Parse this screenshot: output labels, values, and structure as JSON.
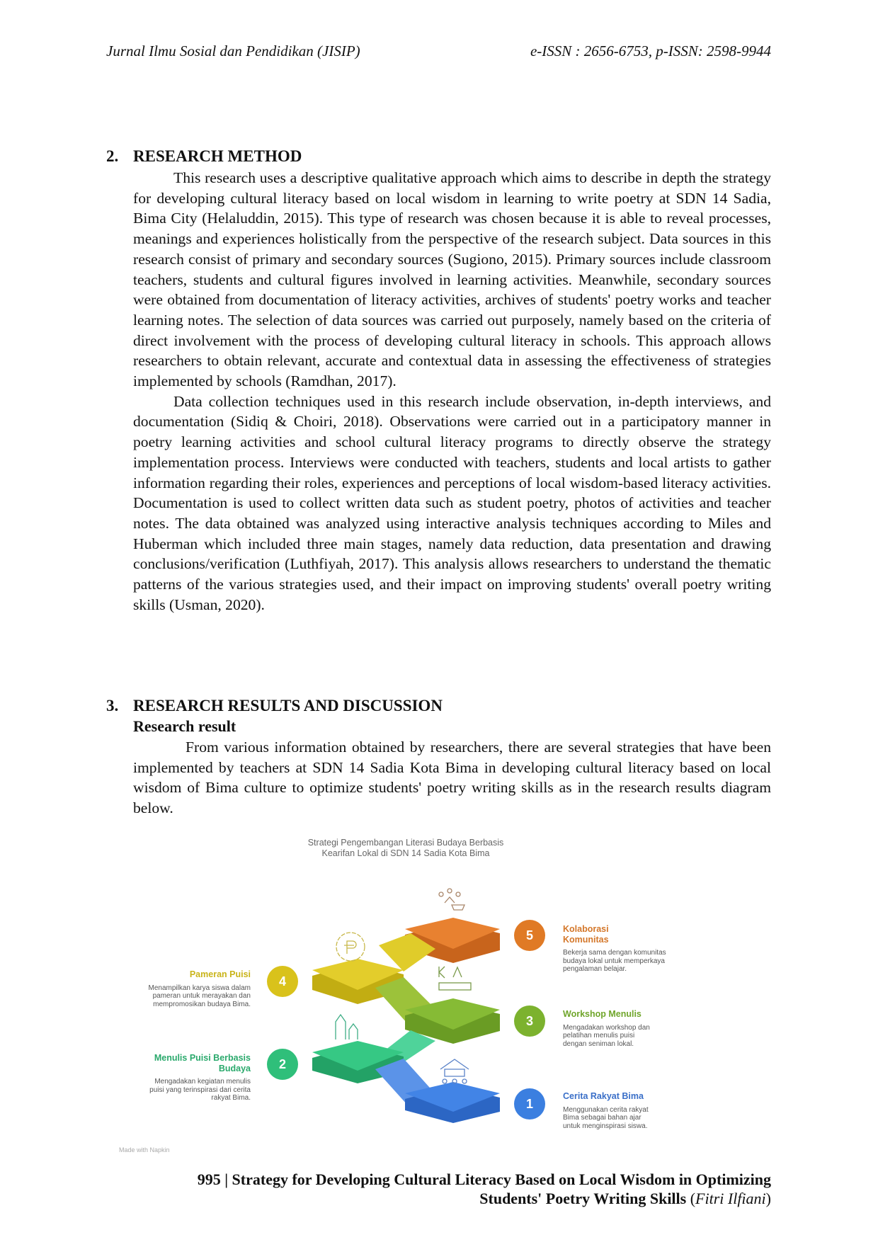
{
  "header": {
    "journal": "Jurnal Ilmu Sosial dan Pendidikan (JISIP)",
    "issn": "e-ISSN : 2656-6753, p-ISSN: 2598-9944"
  },
  "section2": {
    "number": "2.",
    "title": "RESEARCH METHOD",
    "paragraphs": [
      "This research uses a descriptive qualitative approach which aims to describe in depth the strategy for developing cultural literacy based on local wisdom in learning to write poetry at SDN 14 Sadia, Bima City (Helaluddin, 2015). This type of research was chosen because it is able to reveal processes, meanings and experiences holistically from the perspective of the research subject. Data sources in this research consist of primary and secondary sources (Sugiono, 2015). Primary sources include classroom teachers, students and cultural figures involved in learning activities. Meanwhile, secondary sources were obtained from documentation of literacy activities, archives of students' poetry works and teacher learning notes. The selection of data sources was carried out purposely, namely based on the criteria of direct involvement with the process of developing cultural literacy in schools. This approach allows researchers to obtain relevant, accurate and contextual data in assessing the effectiveness of strategies implemented by schools (Ramdhan, 2017).",
      "Data collection techniques used in this research include observation, in-depth interviews, and documentation (Sidiq & Choiri, 2018). Observations were carried out in a participatory manner in poetry learning activities and school cultural literacy programs to directly observe the strategy implementation process. Interviews were conducted with teachers, students and local artists to gather information regarding their roles, experiences and perceptions of local wisdom-based literacy activities. Documentation is used to collect written data such as student poetry, photos of activities and teacher notes. The data obtained was analyzed using interactive analysis techniques according to Miles and Huberman which included three main stages, namely data reduction, data presentation and drawing conclusions/verification (Luthfiyah, 2017). This analysis allows researchers to understand the thematic patterns of the various strategies used, and their impact on improving students' overall poetry writing skills (Usman, 2020)."
    ]
  },
  "section3": {
    "number": "3.",
    "title": "RESEARCH RESULTS AND DISCUSSION",
    "subtitle": "Research result",
    "paragraph": "From various information obtained by researchers, there are several strategies that have been implemented by teachers at SDN 14 Sadia Kota Bima in developing cultural literacy based on local wisdom of Bima culture to optimize students' poetry writing skills as in the research results diagram below."
  },
  "diagram": {
    "title": "Strategi Pengembangan Literasi Budaya Berbasis Kearifan Lokal di SDN 14 Sadia Kota Bima",
    "steps": [
      {
        "number": "1",
        "title": "Cerita Rakyat Bima",
        "description": "Menggunakan cerita rakyat Bima sebagai bahan ajar untuk menginspirasi siswa.",
        "color": "#3b7fe0"
      },
      {
        "number": "2",
        "title": "Menulis Puisi Berbasis Budaya",
        "description": "Mengadakan kegiatan menulis puisi yang terinspirasi dari cerita rakyat Bima.",
        "color": "#2fbf7a"
      },
      {
        "number": "3",
        "title": "Workshop Menulis",
        "description": "Mengadakan workshop dan pelatihan menulis puisi dengan seniman lokal.",
        "color": "#7cb22e"
      },
      {
        "number": "4",
        "title": "Pameran Puisi",
        "description": "Menampilkan karya siswa dalam pameran untuk merayakan dan mempromosikan budaya Bima.",
        "color": "#d9c21b"
      },
      {
        "number": "5",
        "title": "Kolaborasi Komunitas",
        "description": "Bekerja sama dengan komunitas budaya lokal untuk memperkaya pengalaman belajar.",
        "color": "#e07a25"
      }
    ],
    "credit": "Made with Napkin"
  },
  "footer": {
    "line1": "995 | Strategy for Developing Cultural Literacy Based on Local Wisdom in Optimizing",
    "line2": "Students' Poetry Writing Skills",
    "author": "Fitri Ilfiani"
  }
}
